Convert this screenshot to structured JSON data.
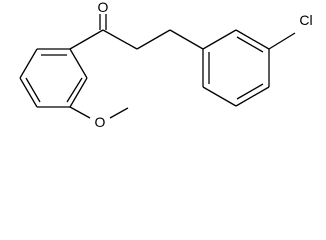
{
  "labels": {
    "carbonyl_oxygen": "O",
    "chlorine": "Cl",
    "methoxy_oxygen": "O"
  },
  "colors": {
    "bond": "#000000",
    "label": "#000000",
    "background": "#ffffff"
  }
}
